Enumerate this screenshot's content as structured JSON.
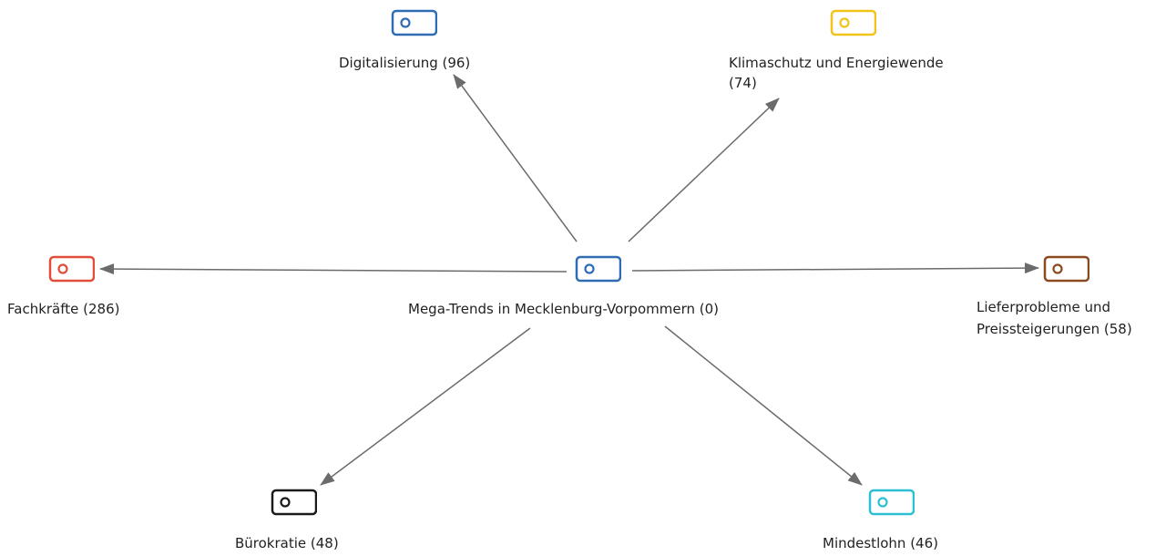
{
  "diagram": {
    "edge_color": "#6b6b6b",
    "center": {
      "label": "Mega-Trends in Mecklenburg-Vorpommern (0)",
      "color": "#2e6db4",
      "icon": "code-tag-icon"
    },
    "nodes": [
      {
        "id": "digitalisierung",
        "label": "Digitalisierung (96)",
        "color": "#2e6db4",
        "icon": "code-tag-icon"
      },
      {
        "id": "klimaschutz",
        "label_lines": [
          "Klimaschutz und Energiewende",
          "(74)"
        ],
        "color": "#f0c419",
        "icon": "code-tag-icon"
      },
      {
        "id": "fachkraefte",
        "label": "Fachkräfte (286)",
        "color": "#e04e3a",
        "icon": "code-tag-icon"
      },
      {
        "id": "lieferprobleme",
        "label_lines": [
          "Lieferprobleme und",
          "Preissteigerungen (58)"
        ],
        "color": "#8b4a1f",
        "icon": "code-tag-icon"
      },
      {
        "id": "buerokratie",
        "label": "Bürokratie (48)",
        "color": "#1a1a1a",
        "icon": "code-tag-icon"
      },
      {
        "id": "mindestlohn",
        "label": "Mindestlohn (46)",
        "color": "#2bc0d3",
        "icon": "code-tag-icon"
      }
    ]
  }
}
